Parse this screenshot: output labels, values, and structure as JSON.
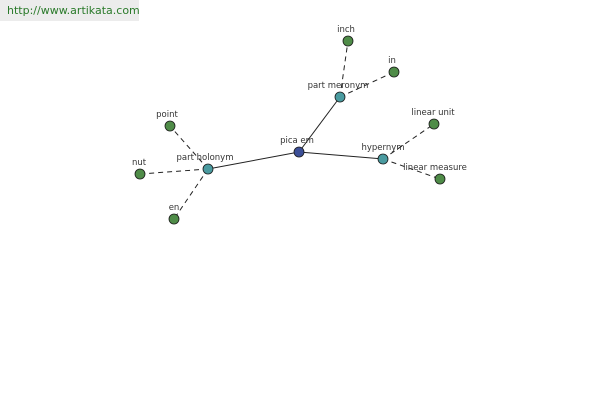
{
  "source_url": "http://www.artikata.com",
  "colors": {
    "center": "#3c4f97",
    "relation": "#4a9ba0",
    "leaf": "#4f8c48"
  },
  "nodes": [
    {
      "id": "pica_em",
      "label": "pica em",
      "kind": "center"
    },
    {
      "id": "part_meronym",
      "label": "part meronym",
      "kind": "relation"
    },
    {
      "id": "part_holonym",
      "label": "part holonym",
      "kind": "relation"
    },
    {
      "id": "hypernym",
      "label": "hypernym",
      "kind": "relation"
    },
    {
      "id": "inch",
      "label": "inch",
      "kind": "leaf"
    },
    {
      "id": "in",
      "label": "in",
      "kind": "leaf"
    },
    {
      "id": "point",
      "label": "point",
      "kind": "leaf"
    },
    {
      "id": "nut",
      "label": "nut",
      "kind": "leaf"
    },
    {
      "id": "en",
      "label": "en",
      "kind": "leaf"
    },
    {
      "id": "linear_unit",
      "label": "linear unit",
      "kind": "leaf"
    },
    {
      "id": "linear_measure",
      "label": "linear measure",
      "kind": "leaf"
    }
  ],
  "edges": [
    {
      "from": "pica_em",
      "to": "part_meronym",
      "style": "solid"
    },
    {
      "from": "pica_em",
      "to": "part_holonym",
      "style": "solid"
    },
    {
      "from": "pica_em",
      "to": "hypernym",
      "style": "solid"
    },
    {
      "from": "part_meronym",
      "to": "inch",
      "style": "dashed"
    },
    {
      "from": "part_meronym",
      "to": "in",
      "style": "dashed"
    },
    {
      "from": "part_holonym",
      "to": "point",
      "style": "dashed"
    },
    {
      "from": "part_holonym",
      "to": "nut",
      "style": "dashed"
    },
    {
      "from": "part_holonym",
      "to": "en",
      "style": "dashed"
    },
    {
      "from": "hypernym",
      "to": "linear_unit",
      "style": "dashed"
    },
    {
      "from": "hypernym",
      "to": "linear_measure",
      "style": "dashed"
    }
  ]
}
